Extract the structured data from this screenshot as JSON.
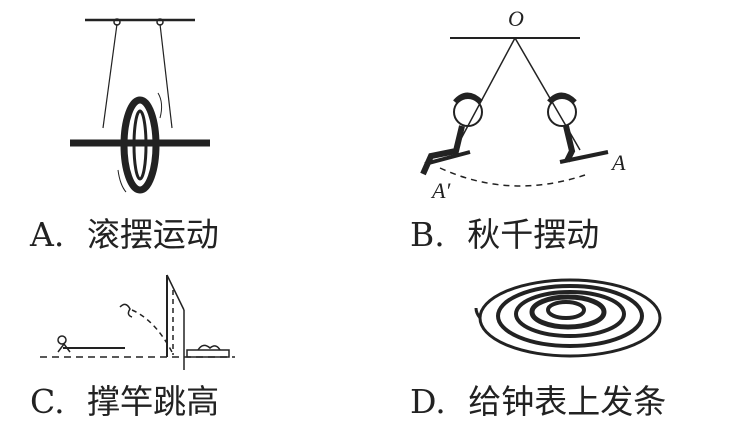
{
  "options": [
    {
      "letter": "A.",
      "text": "滚摆运动"
    },
    {
      "letter": "B.",
      "text": "秋千摆动"
    },
    {
      "letter": "C.",
      "text": "撑竿跳高"
    },
    {
      "letter": "D.",
      "text": "给钟表上发条"
    }
  ],
  "figure_b_labels": {
    "pivot": "O",
    "start": "A",
    "end": "A′"
  }
}
